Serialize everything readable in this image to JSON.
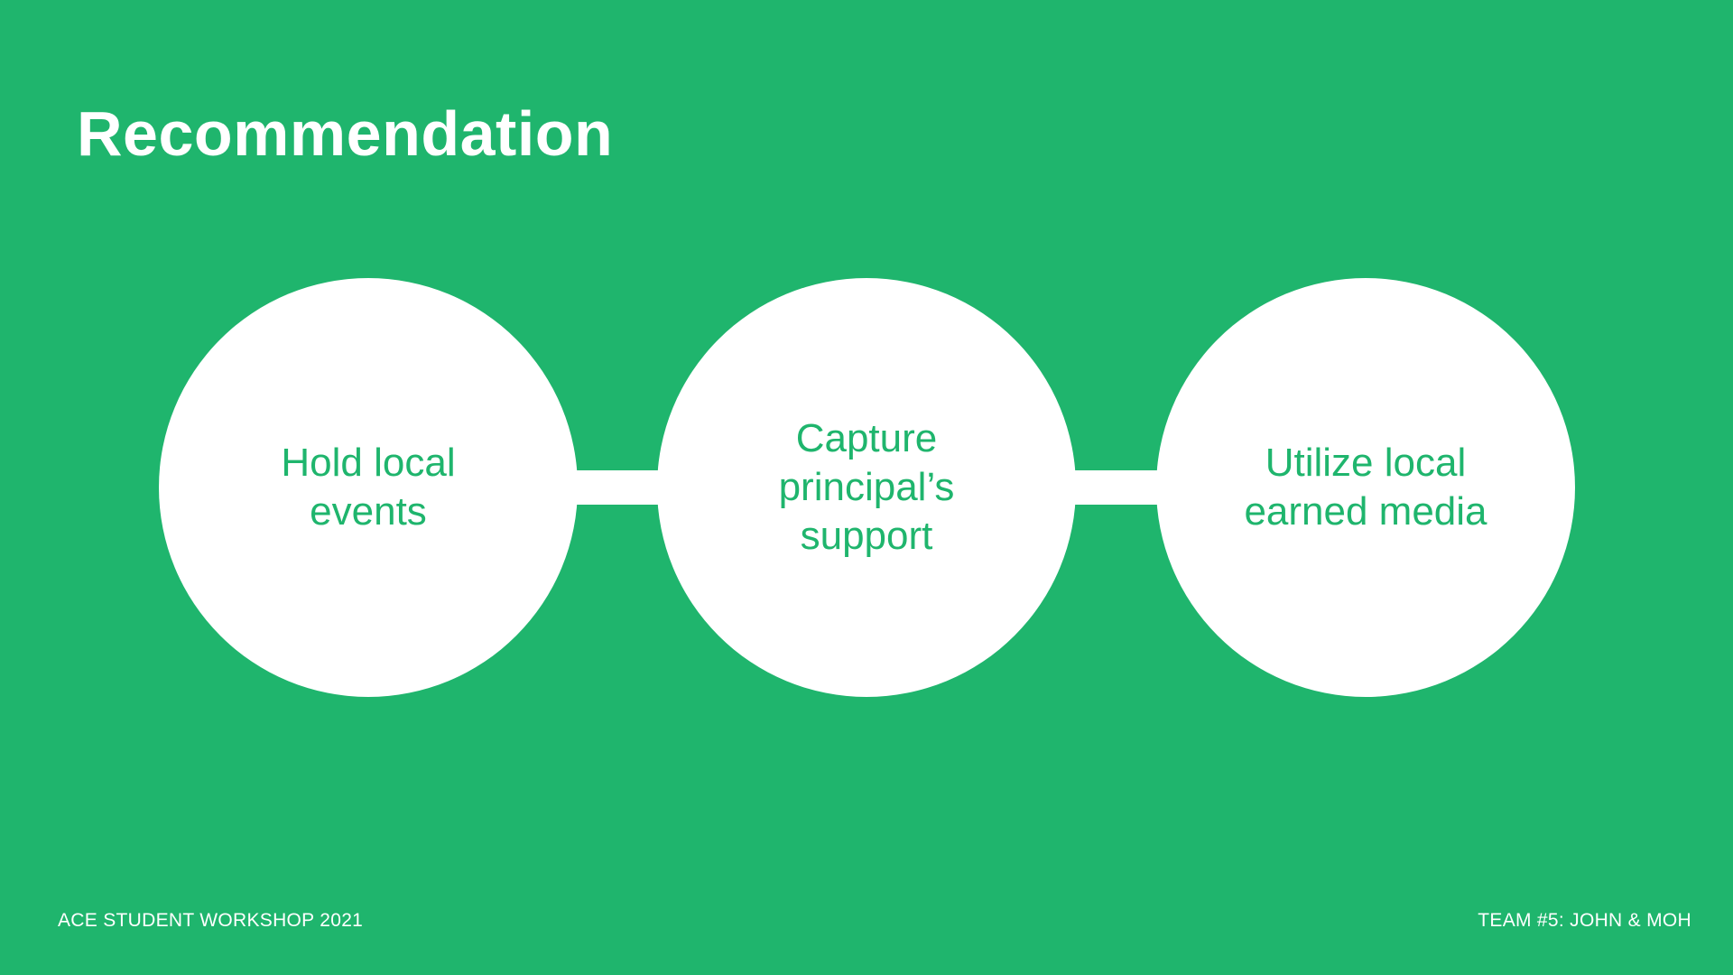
{
  "slide": {
    "title": "Recommendation",
    "background_color": "#1fb56d",
    "accent_color": "#1fb56d",
    "steps": [
      {
        "label": "Hold local\nevents"
      },
      {
        "label": "Capture\nprincipal’s\nsupport"
      },
      {
        "label": "Utilize local\nearned media"
      }
    ],
    "footer_left": "ACE STUDENT WORKSHOP 2021",
    "footer_right": "TEAM #5: JOHN & MOH"
  }
}
